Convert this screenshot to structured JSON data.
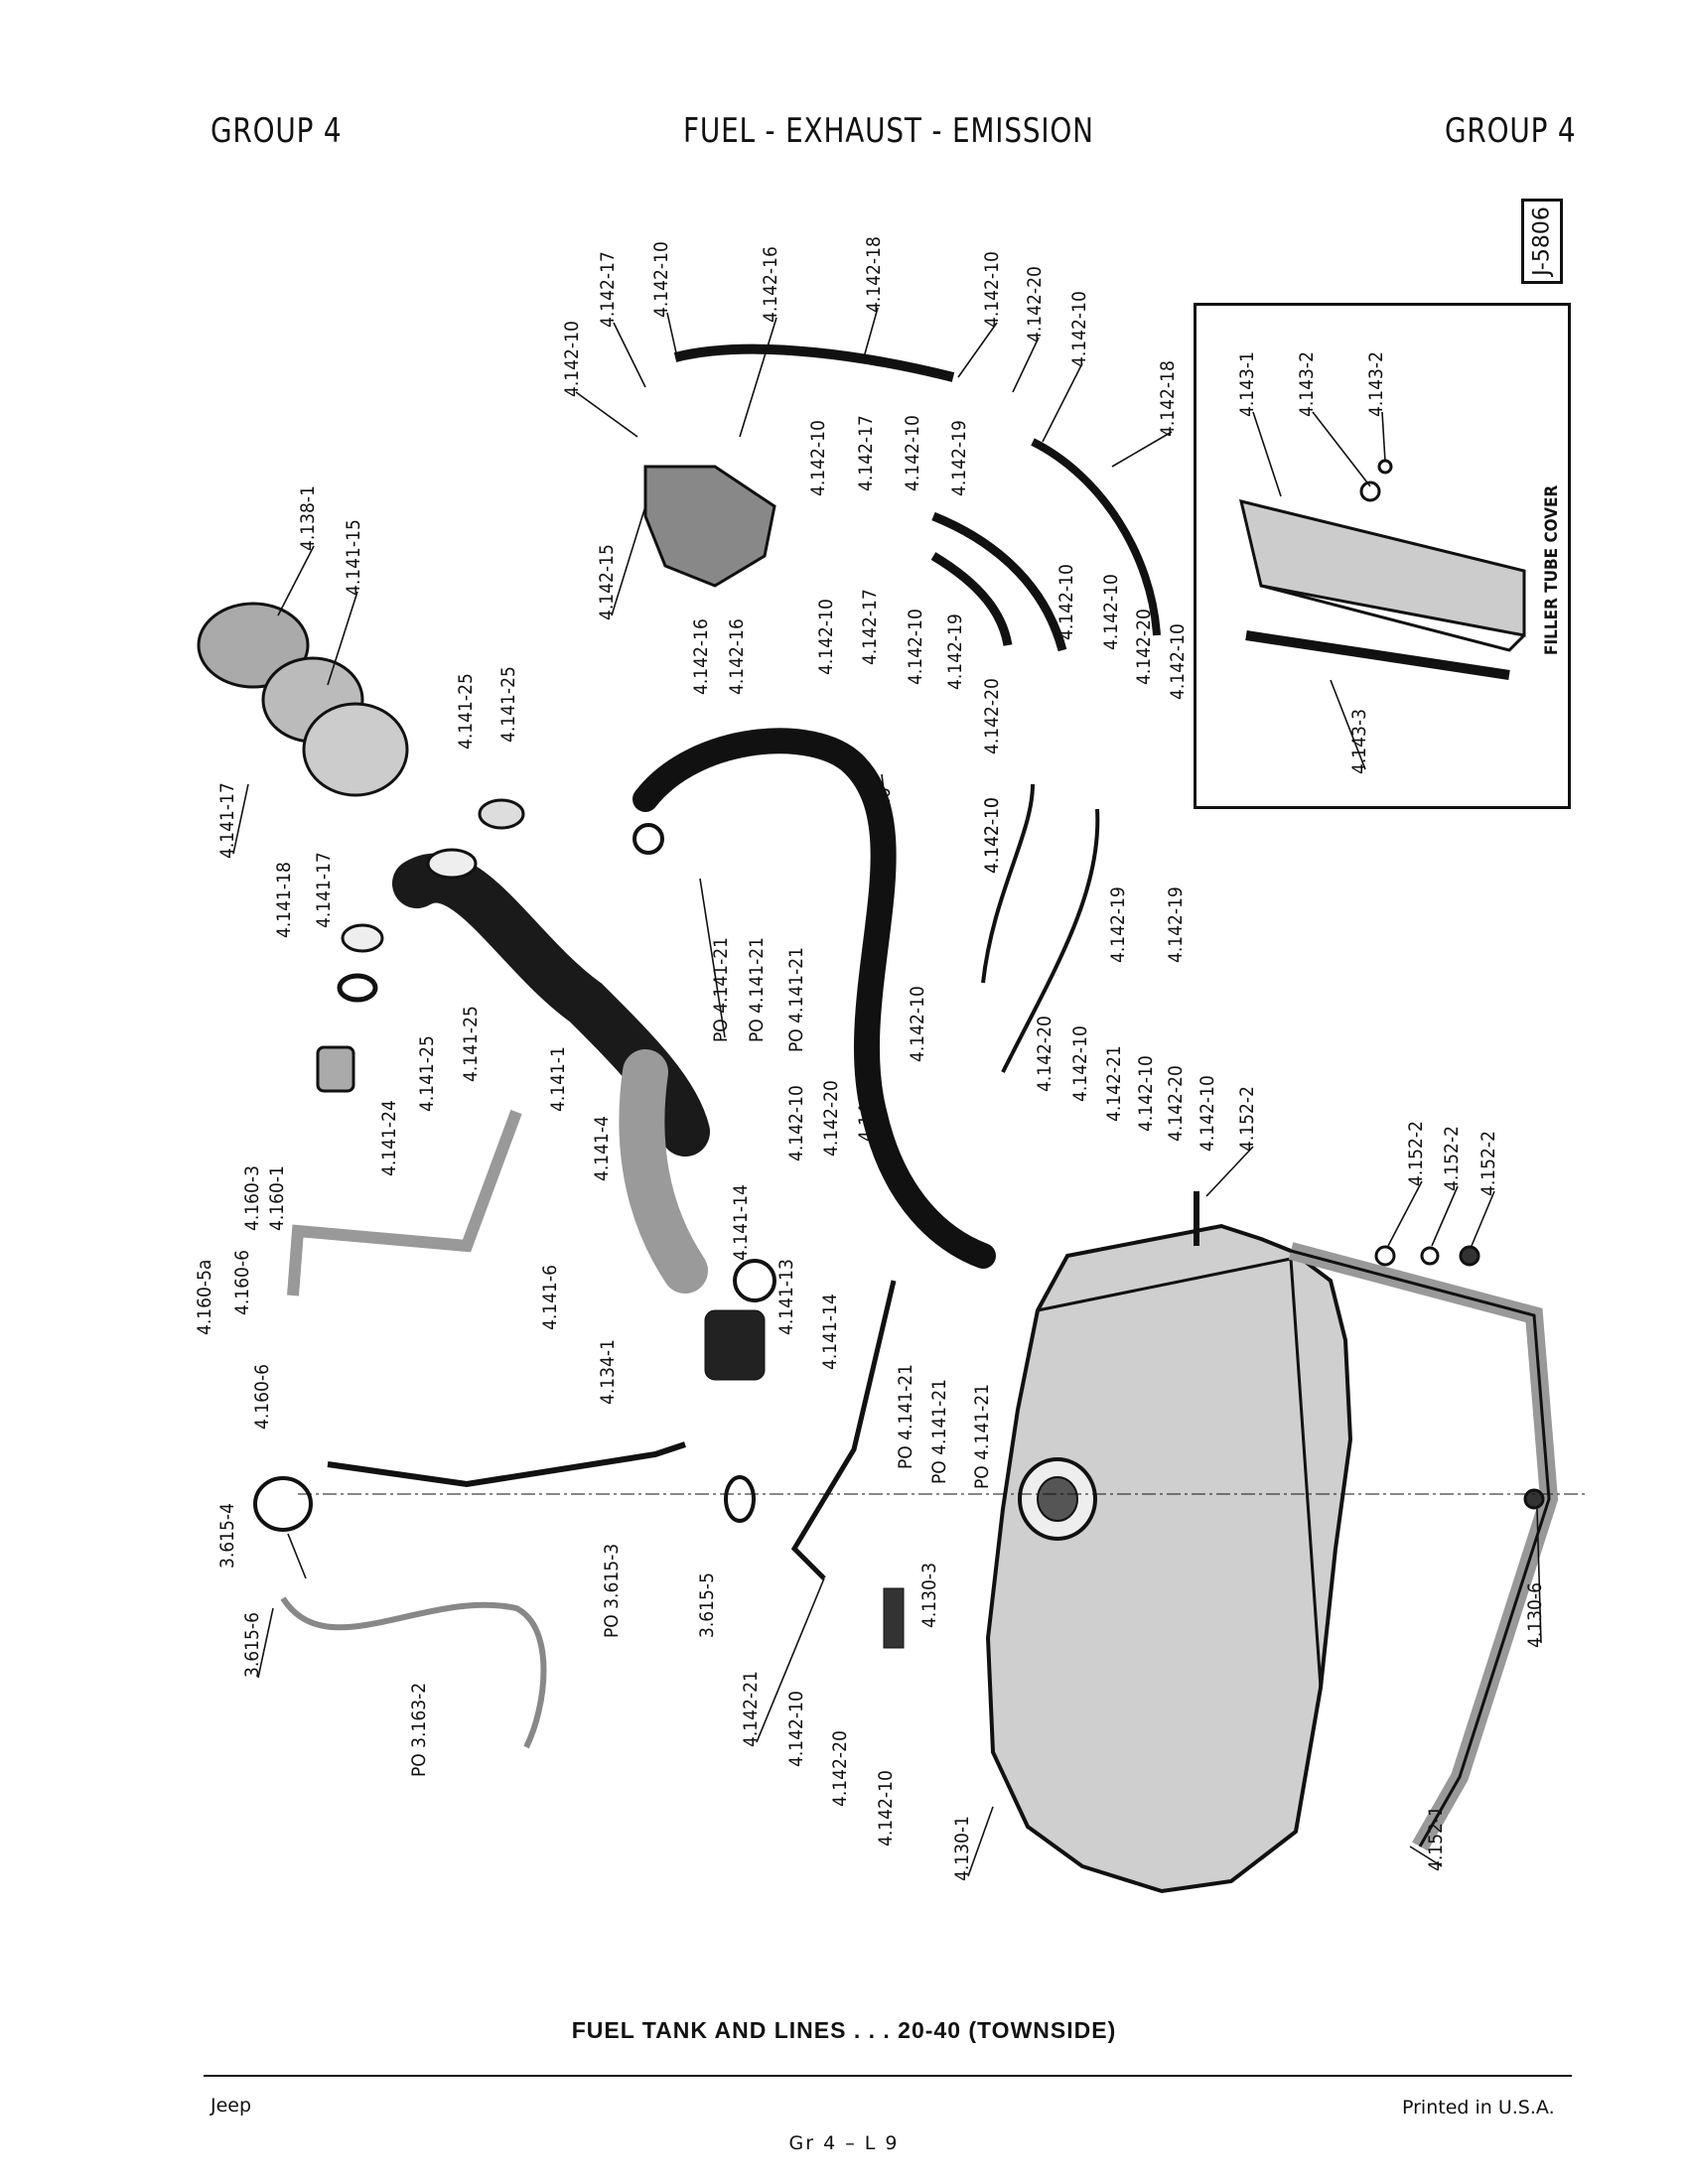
{
  "header": {
    "left": "GROUP 4",
    "center": "FUEL - EXHAUST - EMISSION",
    "right": "GROUP 4"
  },
  "ref_code": "J-5806",
  "inset_title": "FILLER TUBE COVER",
  "inset_labels": [
    "4.143-1",
    "4.143-2",
    "4.143-2",
    "4.143-3"
  ],
  "labels": [
    "4.142-10",
    "4.142-17",
    "4.142-10",
    "4.142-16",
    "4.142-18",
    "4.142-10",
    "4.142-20",
    "4.142-10",
    "4.142-18",
    "4.142-10",
    "4.142-17",
    "4.142-10",
    "4.142-19",
    "4.142-15",
    "4.142-16",
    "4.142-16",
    "4.142-10",
    "4.142-17",
    "4.142-10",
    "4.142-19",
    "4.142-10",
    "4.142-10",
    "4.142-20",
    "4.142-10",
    "4.142-20",
    "4.142-10",
    "4.138-1",
    "4.141-15",
    "4.141-25",
    "4.141-25",
    "4.141-17",
    "4.141-18",
    "4.141-17",
    "4.141-25",
    "4.141-25",
    "4.141-24",
    "4.141-1",
    "4.141-4",
    "4.141-20",
    "PO 4.141-21",
    "PO 4.141-21",
    "PO 4.141-21",
    "4.142-10",
    "4.142-19",
    "4.142-19",
    "4.142-10",
    "4.142-20",
    "4.142-10",
    "4.142-21",
    "4.142-10",
    "4.142-20",
    "4.142-10",
    "4.152-2",
    "4.142-10",
    "4.142-20",
    "4.142-10",
    "4.152-2",
    "4.152-2",
    "4.152-2",
    "4.160-3",
    "4.160-1",
    "4.160-5a",
    "4.160-6",
    "4.160-6",
    "4.141-6",
    "4.141-14",
    "4.141-13",
    "4.141-14",
    "4.134-1",
    "PO 4.141-21",
    "PO 4.141-21",
    "PO 4.141-21",
    "3.615-4",
    "3.615-6",
    "PO 3.615-3",
    "3.615-5",
    "PO 3.163-2",
    "4.142-21",
    "4.142-10",
    "4.142-20",
    "4.142-10",
    "4.130-3",
    "4.130-1",
    "4.152-1",
    "4.130-6"
  ],
  "caption": "FUEL TANK AND LINES . . . 20-40 (TOWNSIDE)",
  "footer": {
    "left": "Jeep",
    "center": "Gr 4 – L 9",
    "right": "Printed in U.S.A."
  }
}
